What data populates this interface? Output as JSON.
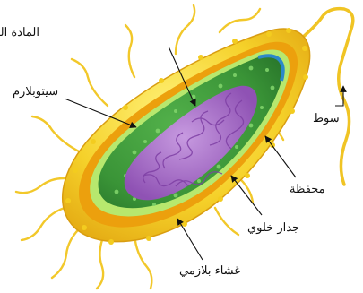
{
  "labels": {
    "dna": "المادة النووية DNA",
    "cytoplasm": "سيتوبلازم",
    "flagellum": "سوط",
    "capsule": "محفظة",
    "cell_wall": "جدار خلوي",
    "plasma_membrane": "غشاء بلازمي"
  },
  "colors": {
    "capsule": "#f3cf1a",
    "cell_wall": "#eca00d",
    "membrane": "#b7e86e",
    "cytoplasm": "#3f9a39",
    "inner_edge": "#2c88c9",
    "dna": "#a86bc7",
    "flagellum": "#f0c424"
  }
}
